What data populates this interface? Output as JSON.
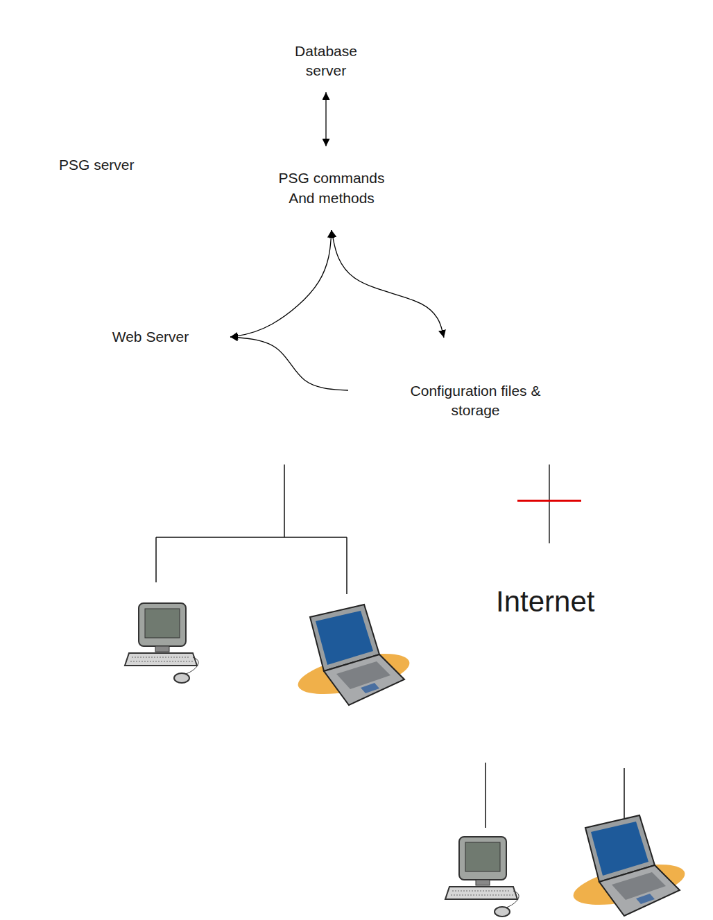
{
  "diagram": {
    "nodes": [
      {
        "text": [
          "Database server"
        ]
      },
      {
        "text": [
          "PSG server"
        ]
      },
      {
        "text": [
          "PSG commands And methods"
        ],
        "in": 1
      },
      {
        "text": [
          "Web Server"
        ],
        "in": 1
      },
      {
        "text": [
          "Configuration files & storage"
        ],
        "in": 1
      },
      {
        "text": [
          "Internet"
        ]
      }
    ],
    "edges": [
      {
        "from": 0,
        "to": 2,
        "arrow": "both"
      },
      {
        "from": 2,
        "to": 3,
        "arrow": "both"
      },
      {
        "from": 2,
        "to": 4,
        "arrow": "both"
      },
      {
        "from": 4,
        "to": 3,
        "arrow": "to"
      },
      {
        "from": 1,
        "to": 5,
        "arrow": "none"
      }
    ]
  }
}
